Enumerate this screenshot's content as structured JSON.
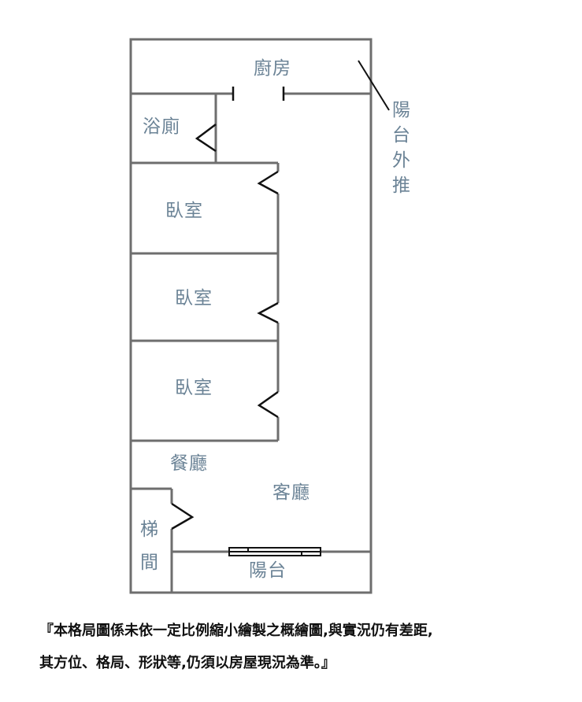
{
  "rooms": {
    "kitchen": "廚房",
    "balcony_note": "陽台外推",
    "bathroom": "浴廁",
    "bedroom_1": "臥室",
    "bedroom_2": "臥室",
    "bedroom_3": "臥室",
    "dining": "餐廳",
    "living": "客廳",
    "stairwell": "梯間",
    "balcony": "陽台"
  },
  "disclaimer": {
    "line1": "『本格局圖係未依一定比例縮小繪製之概繪圖,與實況仍有差距,",
    "line2": "其方位、格局、形狀等,仍須以房屋現況為準。』"
  },
  "colors": {
    "label": "#6b8396",
    "wall": "#6e6e6e",
    "door": "#111111"
  }
}
